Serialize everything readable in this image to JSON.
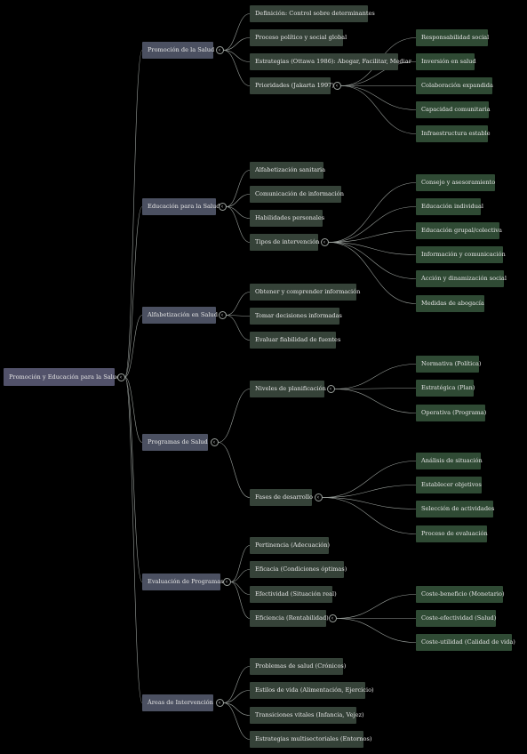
{
  "mindmap": {
    "root": "Promoción y Educación para la Salud",
    "toggle_glyph": "‹",
    "colors": {
      "background": "#000000",
      "edge": "#9aa09c",
      "root": "#52526a",
      "level1": "#4b5061",
      "level2": "#354238",
      "level3": "#2f4a34"
    },
    "branches": [
      {
        "label": "Promoción de la Salud",
        "children": [
          {
            "label": "Definición: Control sobre determinantes"
          },
          {
            "label": "Proceso político y social global"
          },
          {
            "label": "Estrategias (Ottawa 1986): Abogar, Facilitar, Mediar"
          },
          {
            "label": "Prioridades (Jakarta 1997)",
            "children": [
              "Responsabilidad social",
              "Inversión en salud",
              "Colaboración expandida",
              "Capacidad comunitaria",
              "Infraestructura estable"
            ]
          }
        ]
      },
      {
        "label": "Educación para la Salud",
        "children": [
          {
            "label": "Alfabetización sanitaria"
          },
          {
            "label": "Comunicación de información"
          },
          {
            "label": "Habilidades personales"
          },
          {
            "label": "Tipos de intervención",
            "children": [
              "Consejo y asesoramiento",
              "Educación individual",
              "Educación grupal/colectiva",
              "Información y comunicación",
              "Acción y dinamización social",
              "Medidas de abogacía"
            ]
          }
        ]
      },
      {
        "label": "Alfabetización en Salud",
        "children": [
          {
            "label": "Obtener y comprender información"
          },
          {
            "label": "Tomar decisiones informadas"
          },
          {
            "label": "Evaluar fiabilidad de fuentes"
          }
        ]
      },
      {
        "label": "Programas de Salud",
        "children": [
          {
            "label": "Niveles de planificación",
            "children": [
              "Normativa (Política)",
              "Estratégica (Plan)",
              "Operativa (Programa)"
            ]
          },
          {
            "label": "Fases de desarrollo",
            "children": [
              "Análisis de situación",
              "Establecer objetivos",
              "Selección de actividades",
              "Proceso de evaluación"
            ]
          }
        ]
      },
      {
        "label": "Evaluación de Programas",
        "children": [
          {
            "label": "Pertinencia (Adecuación)"
          },
          {
            "label": "Eficacia (Condiciones óptimas)"
          },
          {
            "label": "Efectividad (Situación real)"
          },
          {
            "label": "Eficiencia (Rentabilidad)",
            "children": [
              "Coste-beneficio (Monetario)",
              "Coste-efectividad (Salud)",
              "Coste-utilidad (Calidad de vida)"
            ]
          }
        ]
      },
      {
        "label": "Áreas de Intervención",
        "children": [
          {
            "label": "Problemas de salud (Crónicos)"
          },
          {
            "label": "Estilos de vida (Alimentación, Ejercicio)"
          },
          {
            "label": "Transiciones vitales (Infancia, Vejez)"
          },
          {
            "label": "Estrategias multisectoriales (Entornos)"
          }
        ]
      }
    ]
  }
}
